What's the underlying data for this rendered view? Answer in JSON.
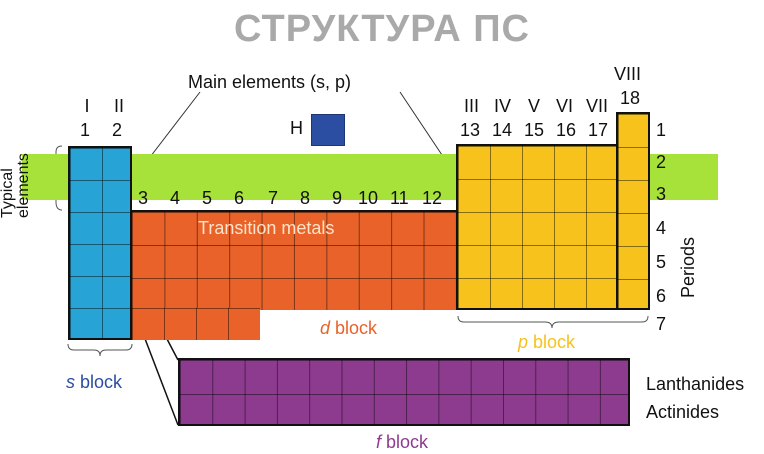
{
  "title": "СТРУКТУРА ПС",
  "main_elements_label": "Main elements (s, p)",
  "hydrogen": "H",
  "side_label": [
    "Typical",
    "elements"
  ],
  "periods_label": "Periods",
  "transition_metals_label": "Transition metals",
  "blocks": {
    "s": {
      "letter": "s",
      "word": " block"
    },
    "d": {
      "letter": "d",
      "word": " block"
    },
    "p": {
      "letter": "p",
      "word": " block"
    },
    "f": {
      "letter": "f",
      "word": " block"
    }
  },
  "lanthanides": "Lanthanides",
  "actinides": "Actinides",
  "group_headers": {
    "s_roman": [
      "I",
      "II"
    ],
    "s_num": [
      "1",
      "2"
    ],
    "d_num": [
      "3",
      "4",
      "5",
      "6",
      "7",
      "8",
      "9",
      "10",
      "11",
      "12"
    ],
    "p_roman": [
      "III",
      "IV",
      "V",
      "VI",
      "VII"
    ],
    "p_num": [
      "13",
      "14",
      "15",
      "16",
      "17"
    ],
    "viii_roman": "VIII",
    "viii_num": "18"
  },
  "periods": [
    "1",
    "2",
    "3",
    "4",
    "5",
    "6",
    "7"
  ],
  "colors": {
    "s_block": "#27a3d6",
    "d_block": "#e8622a",
    "p_block": "#f6c21b",
    "f_block": "#8d3b8f",
    "typical_band": "#a6e23a",
    "hydrogen": "#2b4ea2",
    "title": "#a9a9a9"
  }
}
